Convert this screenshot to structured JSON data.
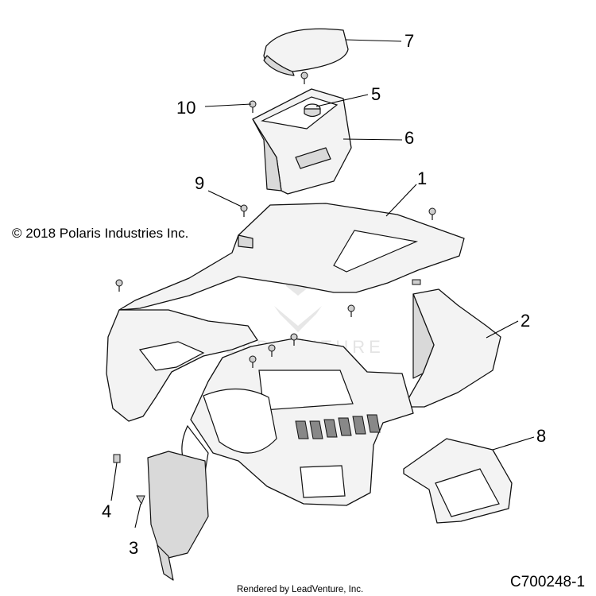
{
  "callouts": [
    {
      "id": "callout-1",
      "label": "1"
    },
    {
      "id": "callout-2",
      "label": "2"
    },
    {
      "id": "callout-3",
      "label": "3"
    },
    {
      "id": "callout-4",
      "label": "4"
    },
    {
      "id": "callout-5",
      "label": "5"
    },
    {
      "id": "callout-6",
      "label": "6"
    },
    {
      "id": "callout-7",
      "label": "7"
    },
    {
      "id": "callout-8",
      "label": "8"
    },
    {
      "id": "callout-9",
      "label": "9"
    },
    {
      "id": "callout-10",
      "label": "10"
    }
  ],
  "copyright": "© 2018 Polaris Industries Inc.",
  "watermark": "LEADVENTURE",
  "rendered_by": "Rendered by LeadVenture, Inc.",
  "diagram_id": "C700248-1",
  "colors": {
    "line": "#111111",
    "part_fill": "#f3f3f3",
    "watermark": "#e4e4e4"
  }
}
